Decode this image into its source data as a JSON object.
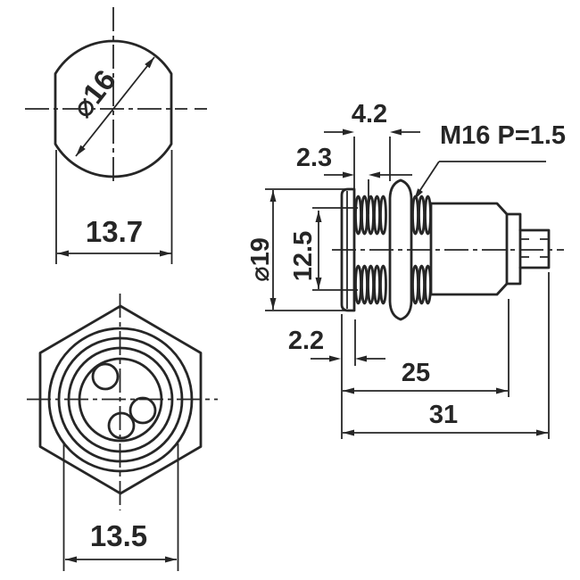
{
  "drawing": {
    "kind": "technical dimension drawing",
    "subject": "panel-mount 3-pin connector",
    "colors": {
      "ink": "#262626",
      "paper": "#ffffff"
    },
    "front_view": {
      "diameter": "⌀16",
      "across_flats": "13.7"
    },
    "rear_view": {
      "across_flats": "13.5",
      "pin_count": 3
    },
    "side_view": {
      "thread_spec": "M16 P=1.5",
      "thread_length": "4.2",
      "panel_thickness": "2.3",
      "flange_diameter": "⌀19",
      "mount_diameter": "12.5",
      "flange_thickness": "2.2",
      "body_length": "25",
      "overall_length": "31"
    }
  }
}
